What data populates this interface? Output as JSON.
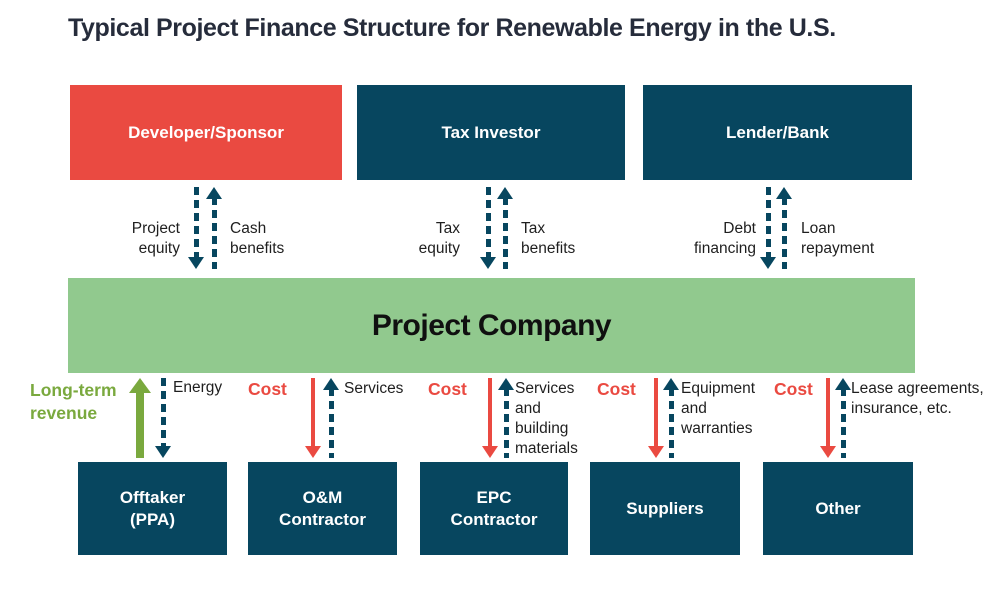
{
  "title": "Typical Project Finance Structure for Renewable Energy in the U.S.",
  "colors": {
    "red": "#ea4a41",
    "navy": "#07465f",
    "green_box": "#91c98e",
    "green_accent": "#7aa93e",
    "title_text": "#262c3b",
    "label_text": "#1f1f1f"
  },
  "top_entities": [
    {
      "label": "Developer/Sponsor",
      "color": "#ea4a41"
    },
    {
      "label": "Tax Investor",
      "color": "#07465f"
    },
    {
      "label": "Lender/Bank",
      "color": "#07465f"
    }
  ],
  "center_entity": {
    "label": "Project Company",
    "color": "#91c98e"
  },
  "top_flows": [
    {
      "down_label": "Project equity",
      "up_label": "Cash benefits"
    },
    {
      "down_label": "Tax equity",
      "up_label": "Tax benefits"
    },
    {
      "down_label": "Debt financing",
      "up_label": "Loan repayment"
    }
  ],
  "bottom_flows": [
    {
      "up_label": "Long-term revenue",
      "down_label": "Energy"
    },
    {
      "down_label": "Cost",
      "up_label": "Services"
    },
    {
      "down_label": "Cost",
      "up_label": "Services and building materials"
    },
    {
      "down_label": "Cost",
      "up_label": "Equipment and warranties"
    },
    {
      "down_label": "Cost",
      "up_label": "Lease agreements, insurance, etc."
    }
  ],
  "bottom_entities": [
    {
      "label": "Offtaker (PPA)",
      "color": "#07465f"
    },
    {
      "label": "O&M Contractor",
      "color": "#07465f"
    },
    {
      "label": "EPC Contractor",
      "color": "#07465f"
    },
    {
      "label": "Suppliers",
      "color": "#07465f"
    },
    {
      "label": "Other",
      "color": "#07465f"
    }
  ]
}
